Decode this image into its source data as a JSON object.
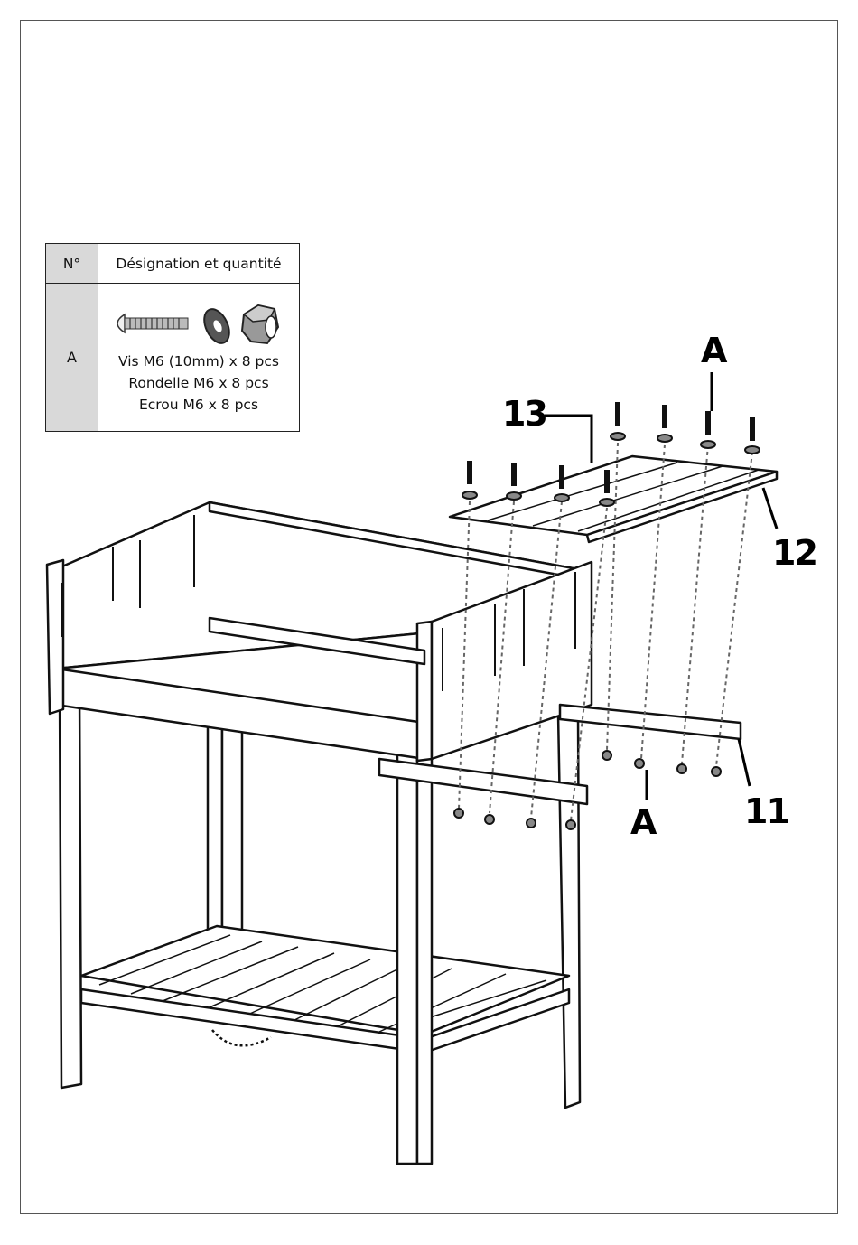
{
  "parts_table": {
    "header_no": "N°",
    "header_designation": "Désignation et quantité",
    "rows": [
      {
        "no": "A",
        "icons": [
          "screw-icon",
          "washer-icon",
          "hex-nut-icon"
        ],
        "items": [
          "Vis M6 (10mm) x 8 pcs",
          "Rondelle M6 x 8 pcs",
          "Ecrou M6 x 8 pcs"
        ]
      }
    ]
  },
  "callouts": {
    "part_13": "13",
    "part_12": "12",
    "part_11": "11",
    "fastener_top": "A",
    "fastener_bottom": "A"
  }
}
